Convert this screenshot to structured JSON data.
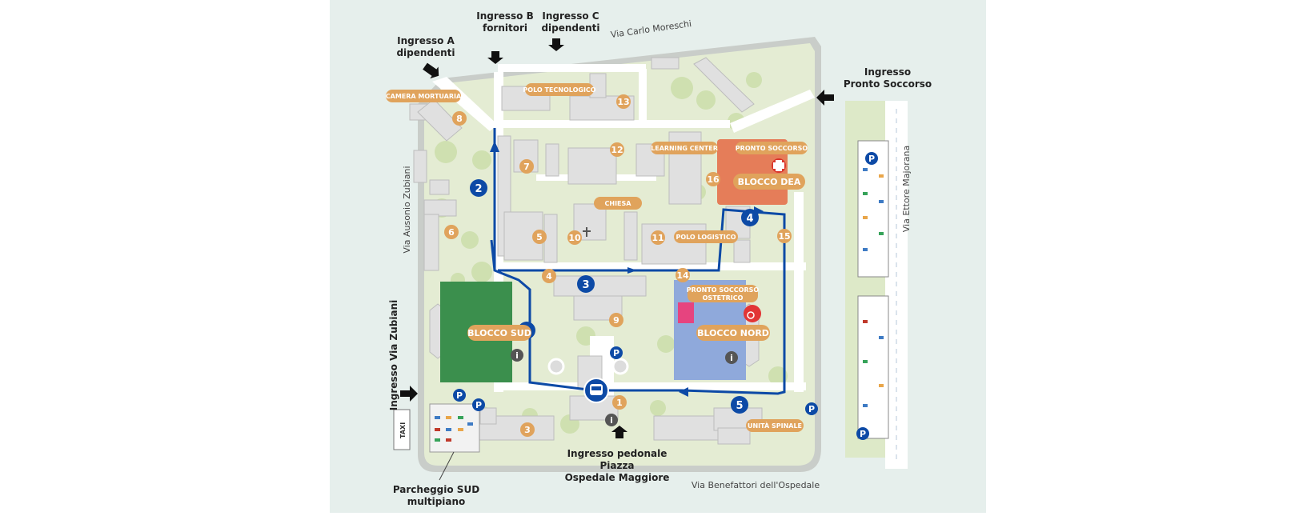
{
  "roads": {
    "via_carlo_moreschi": "Via Carlo Moreschi",
    "via_ausonio_zubiani": "Via Ausonio Zubiani",
    "via_ettore_majorana": "Via Ettore Majorana",
    "via_benefattori": "Via Benefattori dell'Ospedale"
  },
  "entrances": {
    "ingresso_a": [
      "Ingresso A",
      "dipendenti"
    ],
    "ingresso_b": [
      "Ingresso B",
      "fornitori"
    ],
    "ingresso_c": [
      "Ingresso C",
      "dipendenti"
    ],
    "ingresso_ps": [
      "Ingresso",
      "Pronto  Soccorso"
    ],
    "ingresso_zubiani": "Ingresso Via Zubiani",
    "ingresso_pedonale": [
      "Ingresso pedonale",
      "Piazza",
      "Ospedale Maggiore"
    ],
    "parcheggio_sud": [
      "Parcheggio SUD",
      "multipiano"
    ]
  },
  "labels": {
    "camera_mortuaria": "CAMERA MORTUARIA",
    "polo_tecnologico": "POLO TECNOLOGICO",
    "learning_center": "LEARNING CENTER",
    "pronto_soccorso": "PRONTO SOCCORSO",
    "blocco_dea": "BLOCCO DEA",
    "chiesa": "CHIESA",
    "polo_logistico": "POLO LOGISTICO",
    "ps_ostetrico_1": "PRONTO SOCCORSO",
    "ps_ostetrico_2": "OSTETRICO",
    "blocco_sud": "BLOCCO SUD",
    "blocco_nord": "BLOCCO NORD",
    "unita_spinale": "UNITÀ SPINALE",
    "taxi": "TAXI"
  },
  "building_numbers": [
    "1",
    "3",
    "4",
    "5",
    "6",
    "7",
    "8",
    "9",
    "10",
    "11",
    "12",
    "13",
    "14",
    "15",
    "16"
  ],
  "route_steps": [
    "1",
    "2",
    "3",
    "4",
    "5"
  ],
  "parking_symbol": "P",
  "info_symbol": "i",
  "colors": {
    "background": "#dfece9",
    "campus": "#e3ecd2",
    "road": "#ffffff",
    "building": "#e4e4e4",
    "marker": "#e0a35c",
    "route": "#0d4aa6",
    "blocco_sud": "#3b8f4d",
    "blocco_nord": "#8fa9db",
    "blocco_dea": "#e56a43",
    "ps_ostetrico": "#e6447f",
    "map_frame": "#e6efec"
  }
}
